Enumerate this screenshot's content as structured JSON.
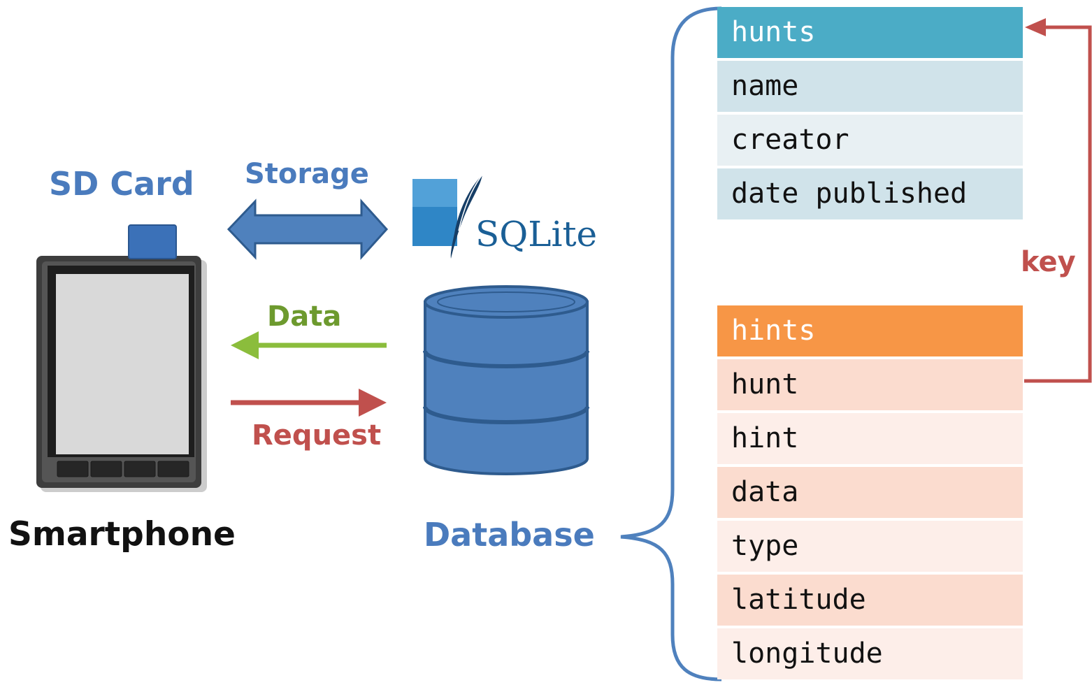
{
  "labels": {
    "sd_card": "SD Card",
    "storage": "Storage",
    "data": "Data",
    "request": "Request",
    "smartphone": "Smartphone",
    "database": "Database",
    "key": "key",
    "sqlite_logo": "SQLite"
  },
  "tables": {
    "hunts": {
      "header": "hunts",
      "fields": [
        "name",
        "creator",
        "date published"
      ]
    },
    "hints": {
      "header": "hints",
      "fields": [
        "hunt",
        "hint",
        "data",
        "type",
        "latitude",
        "longitude"
      ]
    }
  },
  "colors": {
    "blue_label": "#4a7bbd",
    "green": "#8bbd3c",
    "green_text": "#6d9a2e",
    "red": "#c0504d",
    "hunts_header": "#4bacc6",
    "hunts_row_a": "#d0e3ea",
    "hunts_row_b": "#e8f0f3",
    "hints_header": "#f79646",
    "hints_row_a": "#fbdccf",
    "hints_row_b": "#fdeee9",
    "db_fill": "#4f81bd",
    "db_stroke": "#2e5b8e",
    "brace": "#4f81bd"
  }
}
